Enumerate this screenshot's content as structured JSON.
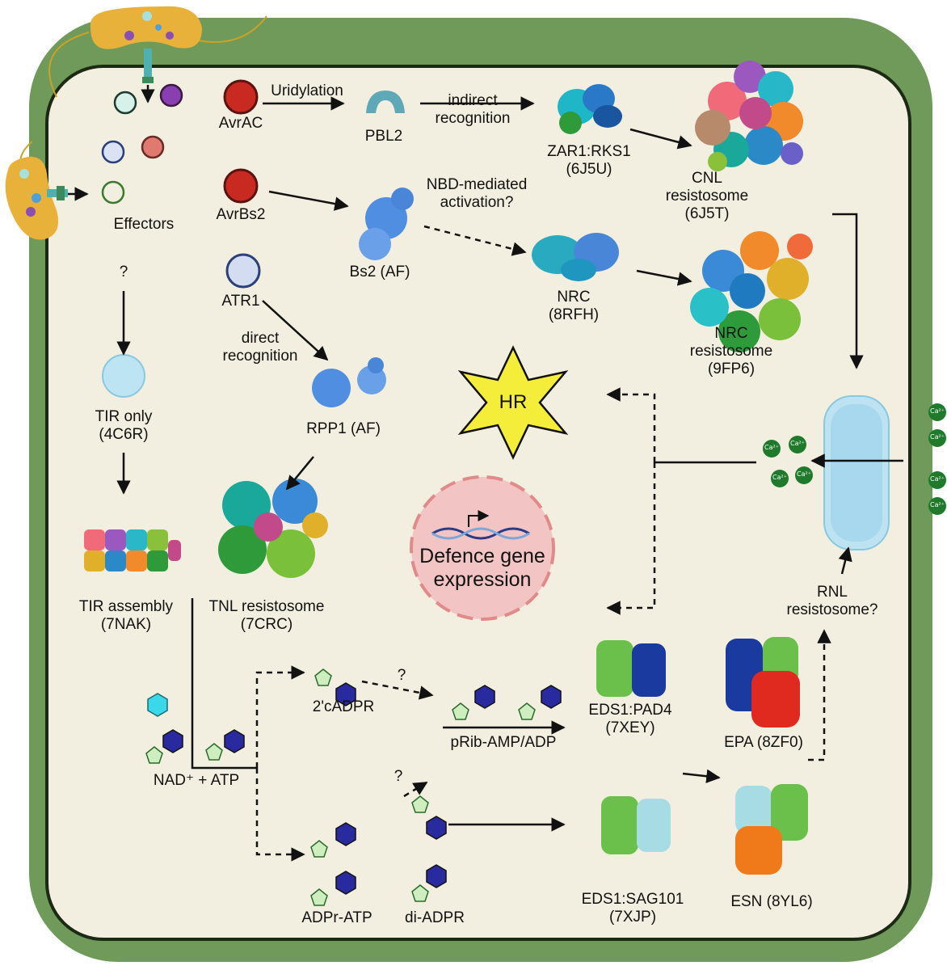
{
  "labels": {
    "effectors": "Effectors",
    "question_left": "?",
    "avrac": "AvrAC",
    "uridylation": "Uridylation",
    "pbl2": "PBL2",
    "indirect_1": "indirect",
    "indirect_2": "recognition",
    "zar1_1": "ZAR1:RKS1",
    "zar1_2": "(6J5U)",
    "cnl_1": "CNL",
    "cnl_2": "resistosome",
    "cnl_3": "(6J5T)",
    "avrbs2": "AvrBs2",
    "nbd_1": "NBD-mediated",
    "nbd_2": "activation?",
    "bs2": "Bs2 (AF)",
    "nrc_1": "NRC",
    "nrc_2": "(8RFH)",
    "nrcres_1": "NRC",
    "nrcres_2": "resistosome",
    "nrcres_3": "(9FP6)",
    "atr1": "ATR1",
    "direct_1": "direct",
    "direct_2": "recognition",
    "rpp1": "RPP1 (AF)",
    "tir_only_1": "TIR only",
    "tir_only_2": "(4C6R)",
    "hr": "HR",
    "defence_1": "Defence gene",
    "defence_2": "expression",
    "tir_assembly_1": "TIR assembly",
    "tir_assembly_2": "(7NAK)",
    "tnl_1": "TNL resistosome",
    "tnl_2": "(7CRC)",
    "rnl_1": "RNL",
    "rnl_2": "resistosome?",
    "cadpr": "2'cADPR",
    "question_mid": "?",
    "prib": "pRib-AMP/ADP",
    "eds1pad4_1": "EDS1:PAD4",
    "eds1pad4_2": "(7XEY)",
    "epa": "EPA (8ZF0)",
    "nad": "NAD⁺ + ATP",
    "question_low": "?",
    "adpr_atp": "ADPr-ATP",
    "di_adpr": "di-ADPR",
    "eds1sag_1": "EDS1:SAG101",
    "eds1sag_2": "(7XJP)",
    "esn": "ESN (8YL6)",
    "ca": "Ca²⁺"
  },
  "colors": {
    "cell_wall": "#6f9a5a",
    "cytoplasm": "#f3efe0",
    "nucleus": "#f3c4c4",
    "hr_star": "#f4ee3a",
    "calcium": "#1f7a2c"
  }
}
